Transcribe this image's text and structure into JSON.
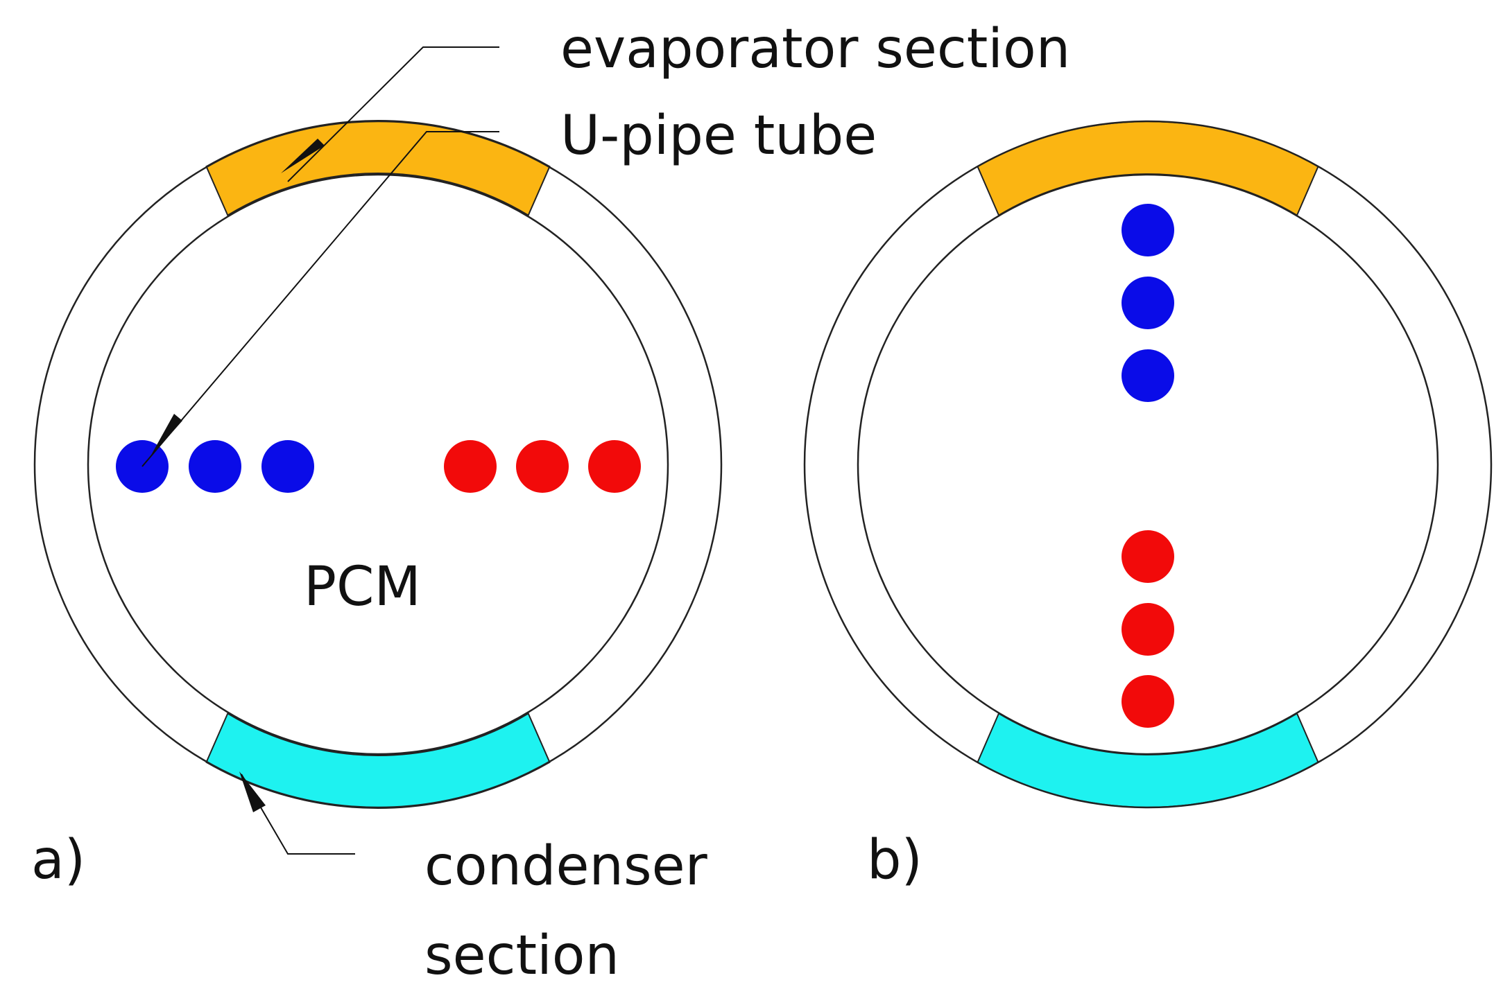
{
  "labels": {
    "evaporator": "evaporator section",
    "upipe": "U-pipe tube",
    "pcm": "PCM",
    "condenser_line1": "condenser",
    "condenser_line2": "section",
    "panel_a": "a)",
    "panel_b": "b)"
  },
  "colors": {
    "evaporator": "#FBB512",
    "condenser": "#1EF2F0",
    "cold_tube": "#0A0CE8",
    "hot_tube": "#F20A0A",
    "outline": "#222222"
  },
  "panels": [
    {
      "id": "a",
      "tube_arrangement": "horizontal",
      "cold_tubes": 3,
      "hot_tubes": 3
    },
    {
      "id": "b",
      "tube_arrangement": "vertical",
      "cold_tubes": 3,
      "hot_tubes": 3
    }
  ]
}
